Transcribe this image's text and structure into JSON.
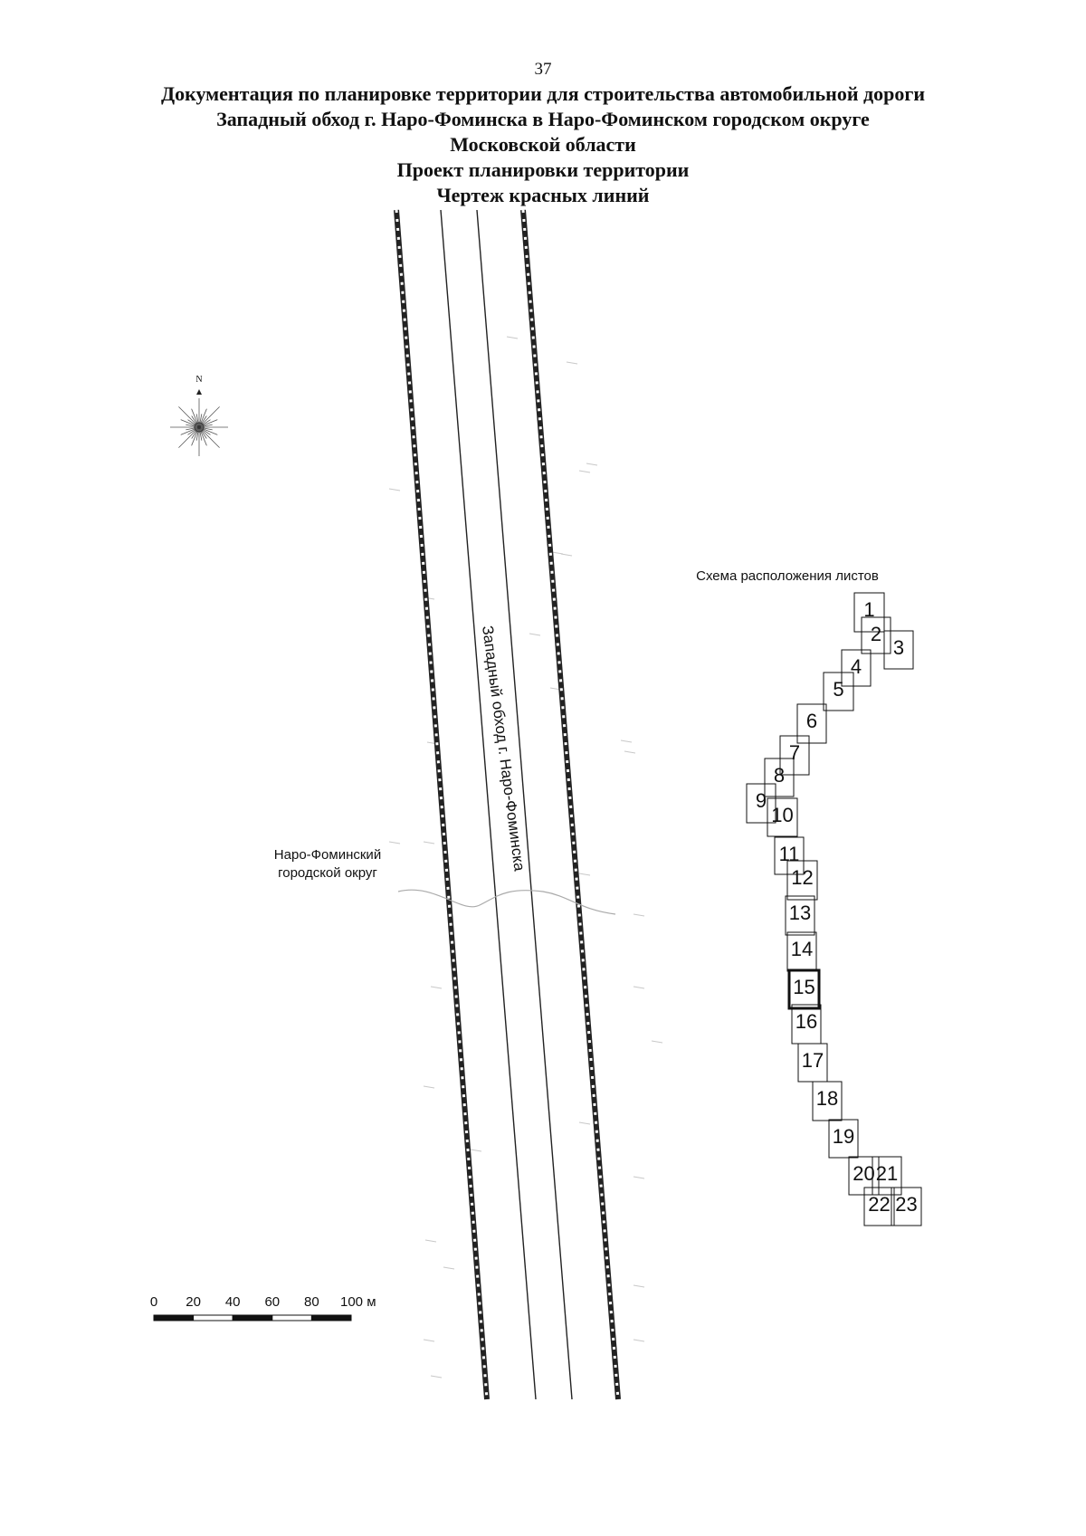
{
  "page_number": "37",
  "title_lines": [
    "Документация по планировке территории для строительства автомобильной дороги",
    "Западный обход г. Наро-Фоминска в Наро-Фоминском городском округе",
    "Московской области",
    "Проект планировки территории",
    "Чертеж красных линий"
  ],
  "north_label": "N",
  "road_label": "Западный обход г. Наро-Фоминска",
  "district_label": [
    "Наро-Фоминский",
    "городской округ"
  ],
  "scale_bar": {
    "ticks": [
      "0",
      "20",
      "40",
      "60",
      "80",
      "100 м"
    ]
  },
  "sheet_index": {
    "title": "Схема расположения листов",
    "current_sheet": "15",
    "sheets": [
      "1",
      "2",
      "3",
      "4",
      "5",
      "6",
      "7",
      "8",
      "9",
      "10",
      "11",
      "12",
      "13",
      "14",
      "15",
      "16",
      "17",
      "18",
      "19",
      "20",
      "21",
      "22",
      "23"
    ]
  },
  "colors": {
    "ink": "#111111",
    "faint": "#bbbbbb"
  }
}
